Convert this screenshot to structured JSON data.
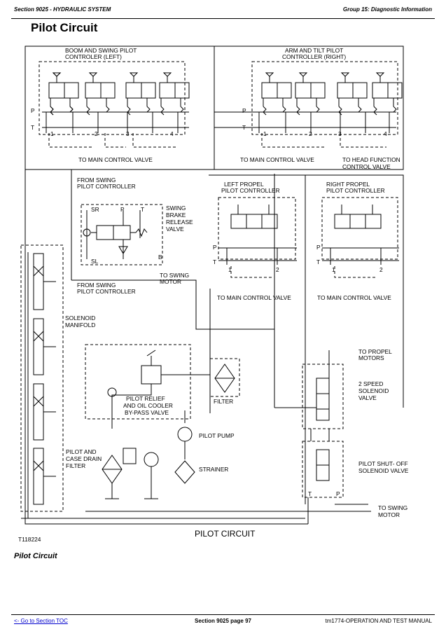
{
  "header": {
    "section": "Section 9025 - HYDRAULIC SYSTEM",
    "group": "Group 15: Diagnostic Information"
  },
  "page_title": "Pilot Circuit",
  "diagram": {
    "labels": {
      "boom_swing_1": "BOOM AND SWING PILOT",
      "boom_swing_2": "CONTROLER (LEFT)",
      "arm_tilt_1": "ARM AND TILT PILOT",
      "arm_tilt_2": "CONTROLLER (RIGHT)",
      "to_main_1": "TO MAIN CONTROL VALVE",
      "to_main_2": "TO MAIN CONTROL VALVE",
      "to_head_1": "TO HEAD FUNCTION",
      "to_head_2": "CONTROL VALVE",
      "from_swing_1": "FROM SWING",
      "from_swing_2": "PILOT CONTROLLER",
      "from_swing_3": "FROM SWING",
      "from_swing_4": "PILOT CONTROLLER",
      "swing_brake_1": "SWING",
      "swing_brake_2": "BRAKE",
      "swing_brake_3": "RELEASE",
      "swing_brake_4": "VALVE",
      "to_swing_motor_a1": "TO SWING",
      "to_swing_motor_a2": "MOTOR",
      "left_propel_1": "LEFT PROPEL",
      "left_propel_2": "PILOT CONTROLLER",
      "right_propel_1": "RIGHT PROPEL",
      "right_propel_2": "PILOT CONTROLLER",
      "to_main_3": "TO MAIN CONTROL VALVE",
      "to_main_4": "TO MAIN CONTROL VALVE",
      "solenoid_1": "SOLENOID",
      "solenoid_2": "MANIFOLD",
      "to_propel_1": "TO PROPEL",
      "to_propel_2": "MOTORS",
      "two_speed_1": "2 SPEED",
      "two_speed_2": "SOLENOID",
      "two_speed_3": "VALVE",
      "filter": "FILTER",
      "pilot_relief_1": "PILOT RELIEF",
      "pilot_relief_2": "AND OIL COOLER",
      "pilot_relief_3": "BY-PASS VALVE",
      "pilot_pump": "PILOT PUMP",
      "strainer": "STRAINER",
      "pilot_case_1": "PILOT AND",
      "pilot_case_2": "CASE DRAIN",
      "pilot_case_3": "FILTER",
      "shutoff_1": "PILOT SHUT- OFF",
      "shutoff_2": "SOLENOID VALVE",
      "to_swing_motor_b1": "TO SWING",
      "to_swing_motor_b2": "MOTOR",
      "fig_id": "T118224",
      "fig_title": "PILOT CIRCUIT"
    },
    "ports": {
      "p": "P",
      "t": "T",
      "sr": "SR",
      "sl": "SL",
      "b": "B",
      "n1": "1",
      "n2": "2",
      "n3": "3",
      "n4": "4"
    }
  },
  "caption": "Pilot Circuit",
  "footer": {
    "toc_link": "<- Go to Section TOC",
    "page": "Section 9025 page 97",
    "manual": "tm1774-OPERATION AND TEST MANUAL"
  }
}
